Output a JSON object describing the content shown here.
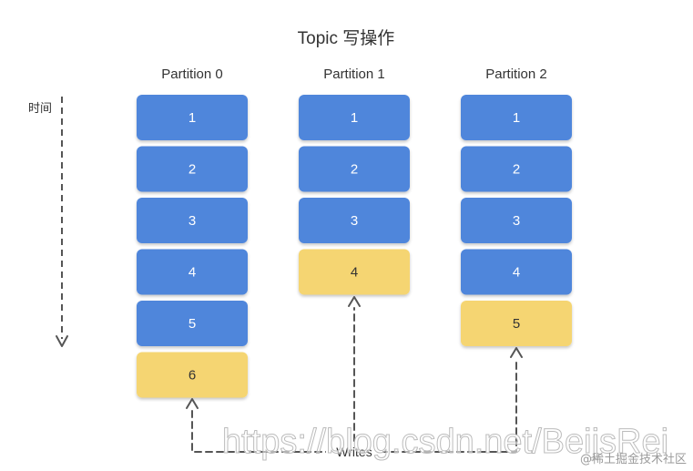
{
  "title": "Topic 写操作",
  "time_axis_label": "时间",
  "writes_label": "Writes",
  "colors": {
    "committed": "#4f86db",
    "committed_text": "#ffffff",
    "new_write": "#f5d572",
    "new_write_text": "#333333",
    "arrow": "#555555"
  },
  "partitions": [
    {
      "name": "Partition 0",
      "records": [
        {
          "offset": "1",
          "state": "committed"
        },
        {
          "offset": "2",
          "state": "committed"
        },
        {
          "offset": "3",
          "state": "committed"
        },
        {
          "offset": "4",
          "state": "committed"
        },
        {
          "offset": "5",
          "state": "committed"
        },
        {
          "offset": "6",
          "state": "new_write"
        }
      ]
    },
    {
      "name": "Partition 1",
      "records": [
        {
          "offset": "1",
          "state": "committed"
        },
        {
          "offset": "2",
          "state": "committed"
        },
        {
          "offset": "3",
          "state": "committed"
        },
        {
          "offset": "4",
          "state": "new_write"
        }
      ]
    },
    {
      "name": "Partition 2",
      "records": [
        {
          "offset": "1",
          "state": "committed"
        },
        {
          "offset": "2",
          "state": "committed"
        },
        {
          "offset": "3",
          "state": "committed"
        },
        {
          "offset": "4",
          "state": "committed"
        },
        {
          "offset": "5",
          "state": "new_write"
        }
      ]
    }
  ],
  "watermark": {
    "url": "https://blog.csdn.net/BeijsRei",
    "site": "@稀土掘金技术社区"
  }
}
